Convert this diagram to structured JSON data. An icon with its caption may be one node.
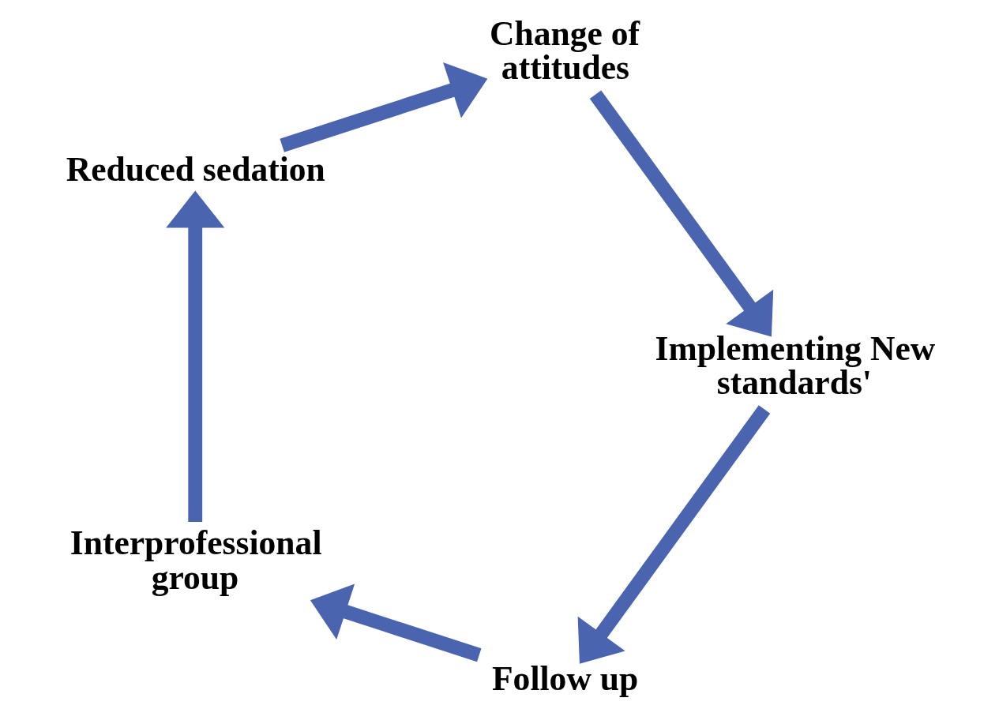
{
  "diagram": {
    "nodes": [
      {
        "text": [
          "Follow up"
        ]
      },
      {
        "text": [
          "Interprofessional group"
        ]
      },
      {
        "text": [
          "Implementing New standards'"
        ]
      },
      {
        "text": [
          "Reduced sedation"
        ]
      },
      {
        "text": [
          "Change of attitudes"
        ]
      }
    ],
    "edges": [
      {
        "from": 0,
        "to": 1,
        "arrow": "to"
      },
      {
        "from": 1,
        "to": 3,
        "arrow": "to"
      },
      {
        "from": 3,
        "to": 4,
        "arrow": "to"
      },
      {
        "from": 4,
        "to": 2,
        "arrow": "to"
      },
      {
        "from": 2,
        "to": 0,
        "arrow": "to"
      }
    ]
  }
}
